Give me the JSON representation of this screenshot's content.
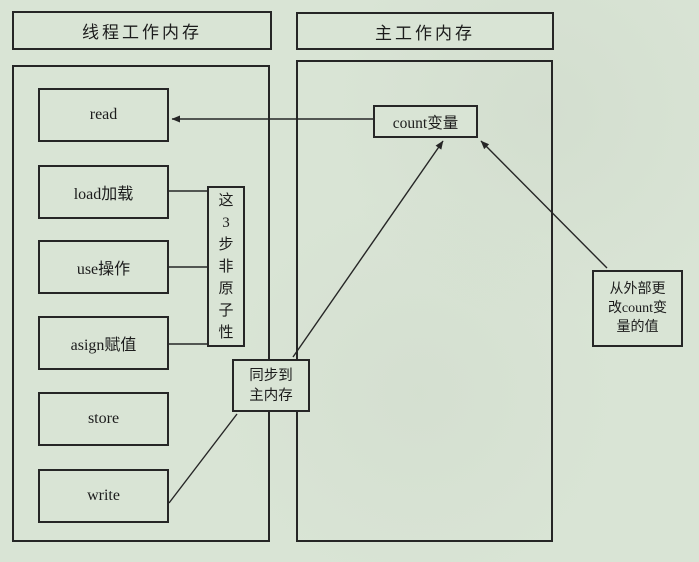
{
  "page": {
    "background_color": "#d9e4d5",
    "line_color": "#262626"
  },
  "headers": {
    "thread_memory": "线程工作内存",
    "main_memory": "主工作内存"
  },
  "thread_ops": [
    {
      "label": "read"
    },
    {
      "label": "load加载"
    },
    {
      "label": "use操作"
    },
    {
      "label": "asign赋值"
    },
    {
      "label": "store"
    },
    {
      "label": "write"
    }
  ],
  "main_vars": {
    "count_label": "count变量"
  },
  "notes": {
    "non_atomic": {
      "text": "这3步非原子性",
      "chars": [
        "这",
        "3",
        "步",
        "非",
        "原",
        "子",
        "性"
      ]
    },
    "sync_to_main": {
      "lines": [
        "同步到",
        "主内存"
      ]
    },
    "external_change": {
      "lines": [
        "从外部更",
        "改count变",
        "量的值"
      ]
    }
  }
}
